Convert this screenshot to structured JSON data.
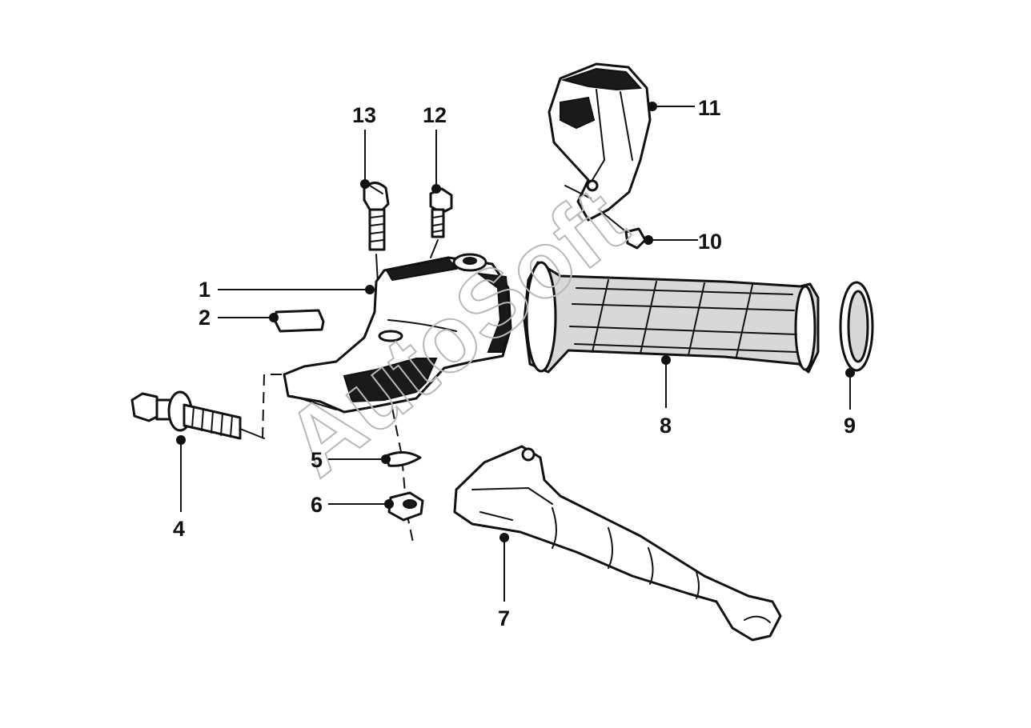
{
  "watermark": {
    "text": "AutoSoft"
  },
  "callouts": [
    {
      "id": "c1",
      "label": "1"
    },
    {
      "id": "c2",
      "label": "2"
    },
    {
      "id": "c4",
      "label": "4"
    },
    {
      "id": "c5",
      "label": "5"
    },
    {
      "id": "c6",
      "label": "6"
    },
    {
      "id": "c7",
      "label": "7"
    },
    {
      "id": "c8",
      "label": "8"
    },
    {
      "id": "c9",
      "label": "9"
    },
    {
      "id": "c10",
      "label": "10"
    },
    {
      "id": "c11",
      "label": "11"
    },
    {
      "id": "c12",
      "label": "12"
    },
    {
      "id": "c13",
      "label": "13"
    }
  ]
}
